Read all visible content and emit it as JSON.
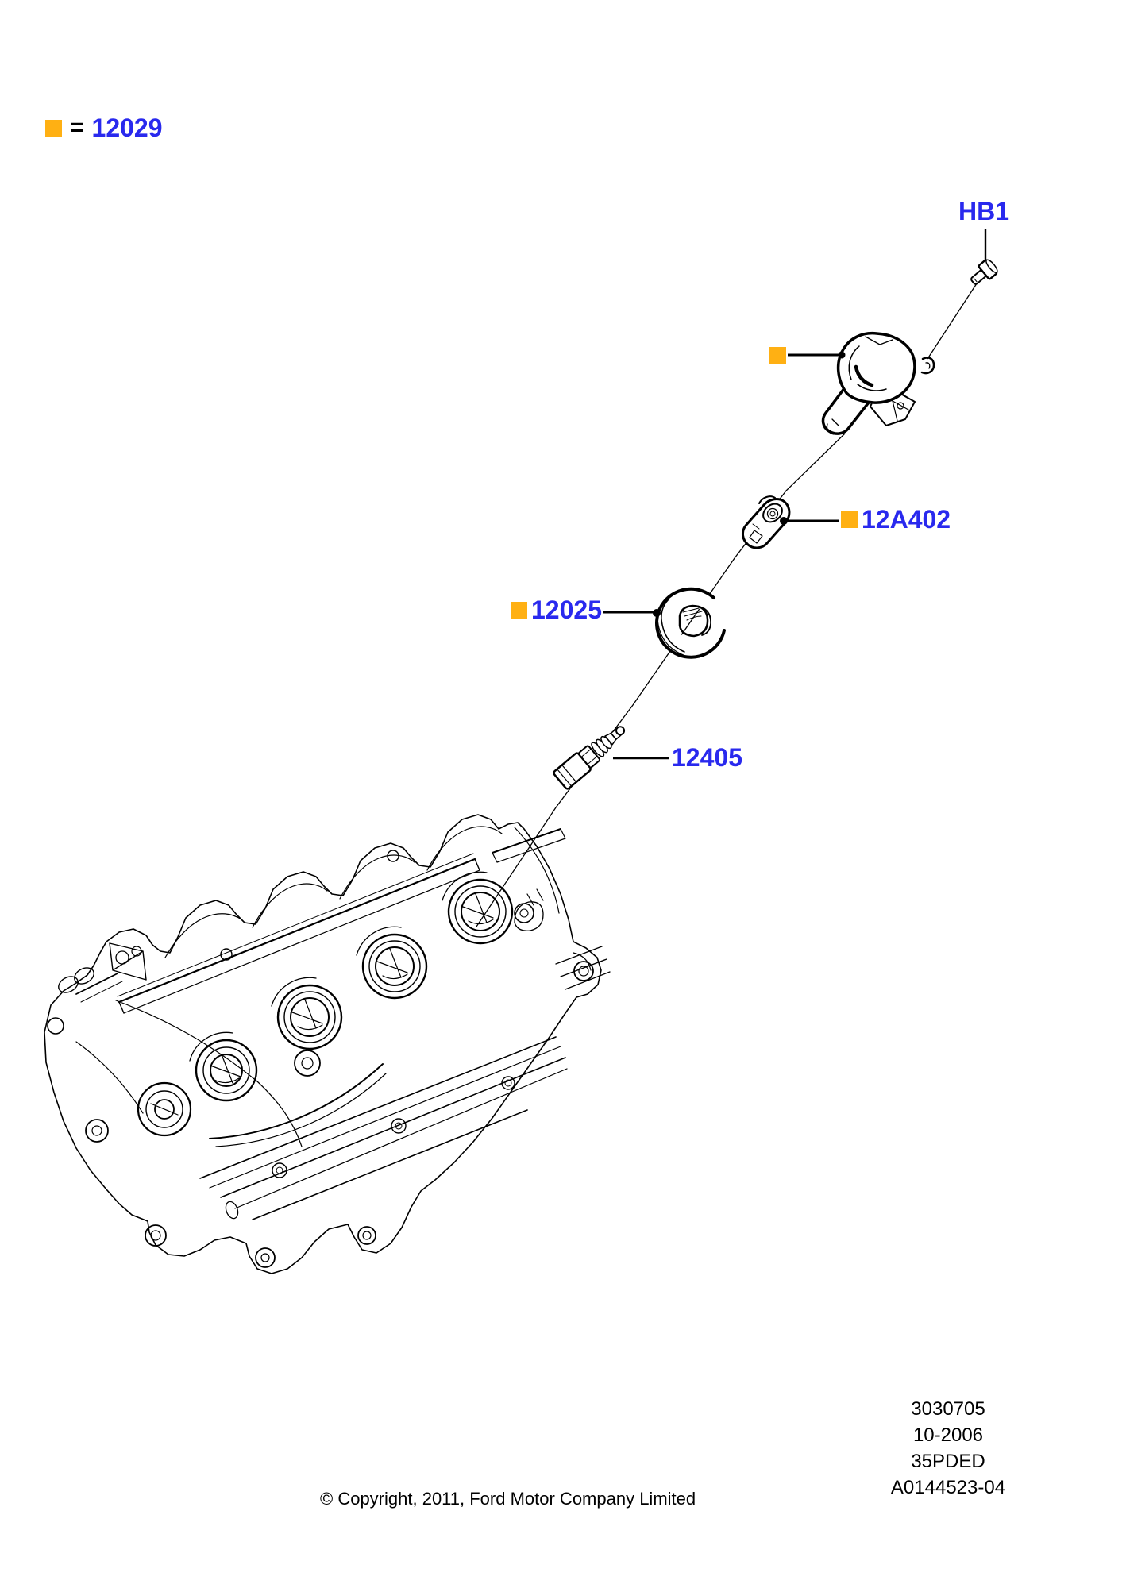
{
  "document": {
    "type": "ford-ignition-parts-diagram",
    "background": "#ffffff"
  },
  "colors": {
    "callout_square": "#ffb013",
    "label_blue": "#2929ee",
    "line_art": "#000000"
  },
  "legend": {
    "equals_sign": "=",
    "part_number": "12029"
  },
  "callouts": {
    "bolt": "HB1",
    "coil_connector": "12A402",
    "tube_seal": "12025",
    "spark_plug": "12405"
  },
  "footnote": {
    "line1": "3030705",
    "line2": "10-2006",
    "line3": "35PDED",
    "line4": "A0144523-04"
  },
  "copyright": "© Copyright, 2011, Ford Motor Company Limited"
}
